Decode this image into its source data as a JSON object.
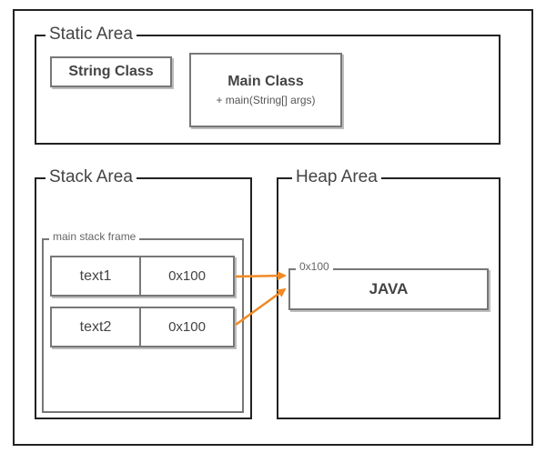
{
  "static_area": {
    "label": "Static Area",
    "string_class": "String Class",
    "main_class": {
      "title": "Main Class",
      "method": "+ main(String[] args)"
    }
  },
  "stack_area": {
    "label": "Stack Area",
    "frame_label": "main stack frame",
    "rows": [
      {
        "name": "text1",
        "value": "0x100"
      },
      {
        "name": "text2",
        "value": "0x100"
      }
    ]
  },
  "heap_area": {
    "label": "Heap Area",
    "object": {
      "address": "0x100",
      "value": "JAVA"
    }
  },
  "colors": {
    "arrow": "#f08a24",
    "border_dark": "#222222",
    "border_light": "#777777"
  }
}
